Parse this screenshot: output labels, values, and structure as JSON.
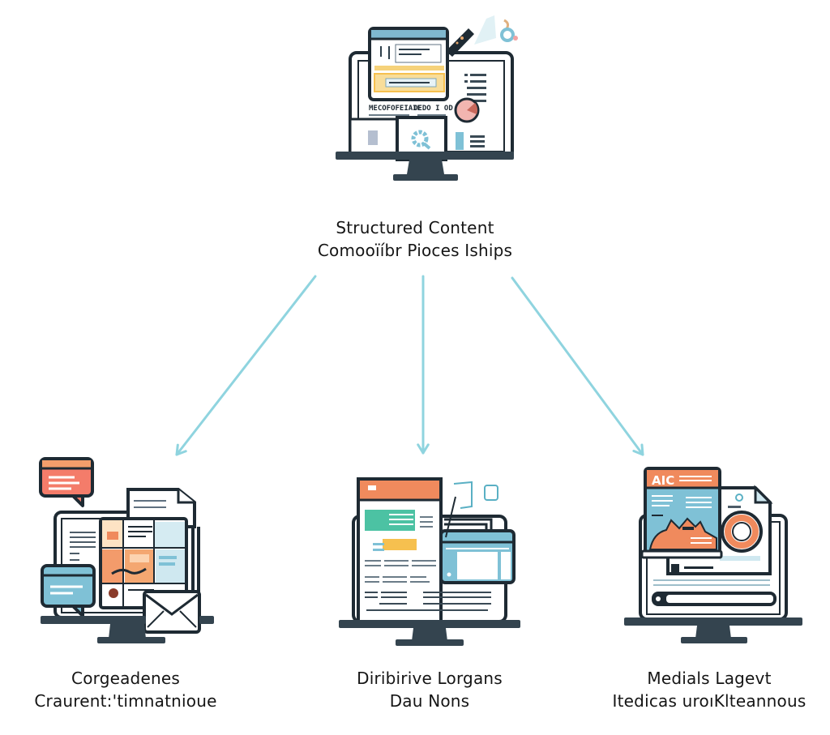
{
  "diagram": {
    "type": "hierarchy",
    "root": {
      "id": "root",
      "icon": "monitor-structured-content-icon",
      "label_lines": [
        "Structured Content",
        "Comooïíbr Pioces Iships"
      ],
      "screen_text": [
        "MECOFOFEIAIE",
        "DEDO I OD"
      ]
    },
    "children": [
      {
        "id": "left",
        "icon": "monitor-correspondence-icon",
        "label_lines": [
          "Corgeadenes",
          "Craurent:'timnatnioue"
        ]
      },
      {
        "id": "center",
        "icon": "monitor-document-layout-icon",
        "label_lines": [
          "Diribirive Lorgans",
          "Dau Nons"
        ]
      },
      {
        "id": "right",
        "icon": "monitor-media-layout-icon",
        "label_lines": [
          "Medials Lagevt",
          "Itedicas uroıKlteannous"
        ],
        "badge_text": "AIC"
      }
    ],
    "edges": [
      {
        "from": "root",
        "to": "left"
      },
      {
        "from": "root",
        "to": "center"
      },
      {
        "from": "root",
        "to": "right"
      }
    ]
  },
  "colors": {
    "arrow": "#8fd4df",
    "outline": "#1e2a33",
    "stand": "#34444f",
    "orange": "#f08a5d",
    "coral": "#f47c6a",
    "blue": "#7fc1d6",
    "light_blue": "#cfe8f0",
    "yellow": "#f6c04f",
    "teal": "#4cc2a3",
    "text": "#151515"
  }
}
